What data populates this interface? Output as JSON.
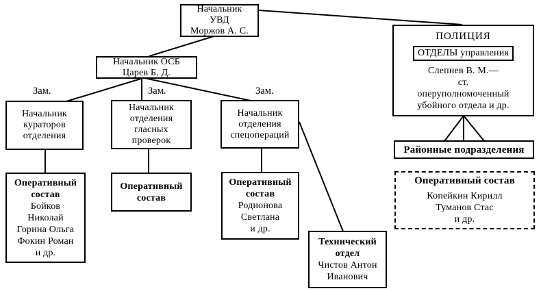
{
  "colors": {
    "ink": "#000000",
    "paper": "#ffffff"
  },
  "nodes": {
    "uvd": {
      "lines": [
        "Начальник",
        "УВД",
        "Моржов А. С."
      ]
    },
    "osb": {
      "lines": [
        "Начальник ОСБ",
        "Царев Б. Д."
      ]
    },
    "deputy_label": "Зам.",
    "head_curators": {
      "lines": [
        "Начальник",
        "кураторов",
        "отделения"
      ]
    },
    "head_overt_checks": {
      "lines": [
        "Начальник",
        "отделения",
        "гласных",
        "проверок"
      ]
    },
    "head_specops": {
      "lines": [
        "Начальник",
        "отделения",
        "спецопераций"
      ]
    },
    "ops_curators": {
      "title_lines": [
        "Оперативный",
        "состав"
      ],
      "member_lines": [
        "Бойков",
        "Николай",
        "Горина Ольга",
        "Фокин Роман",
        "и др."
      ]
    },
    "ops_overt_checks": {
      "title_lines": [
        "Оперативный",
        "состав"
      ]
    },
    "ops_specops": {
      "title_lines": [
        "Оперативный",
        "состав"
      ],
      "member_lines": [
        "Родионова",
        "Светлана",
        "и др."
      ]
    },
    "tech_dept": {
      "title_lines": [
        "Технический",
        "отдел"
      ],
      "member_lines": [
        "Чистов Антон",
        "Иванович"
      ]
    },
    "police": {
      "title": "ПОЛИЦИЯ",
      "badge": "ОТДЕЛЫ управления",
      "detail_lines": [
        "Слепнев В. М.—",
        "ст.",
        "оперуполномоченный",
        "убойного отдела и др."
      ]
    },
    "district_units": {
      "title": "Районные подразделения"
    },
    "ops_district": {
      "title": "Оперативный состав",
      "member_lines": [
        "Копейкин Кирилл",
        "Туманов Стас",
        "и др."
      ]
    }
  }
}
